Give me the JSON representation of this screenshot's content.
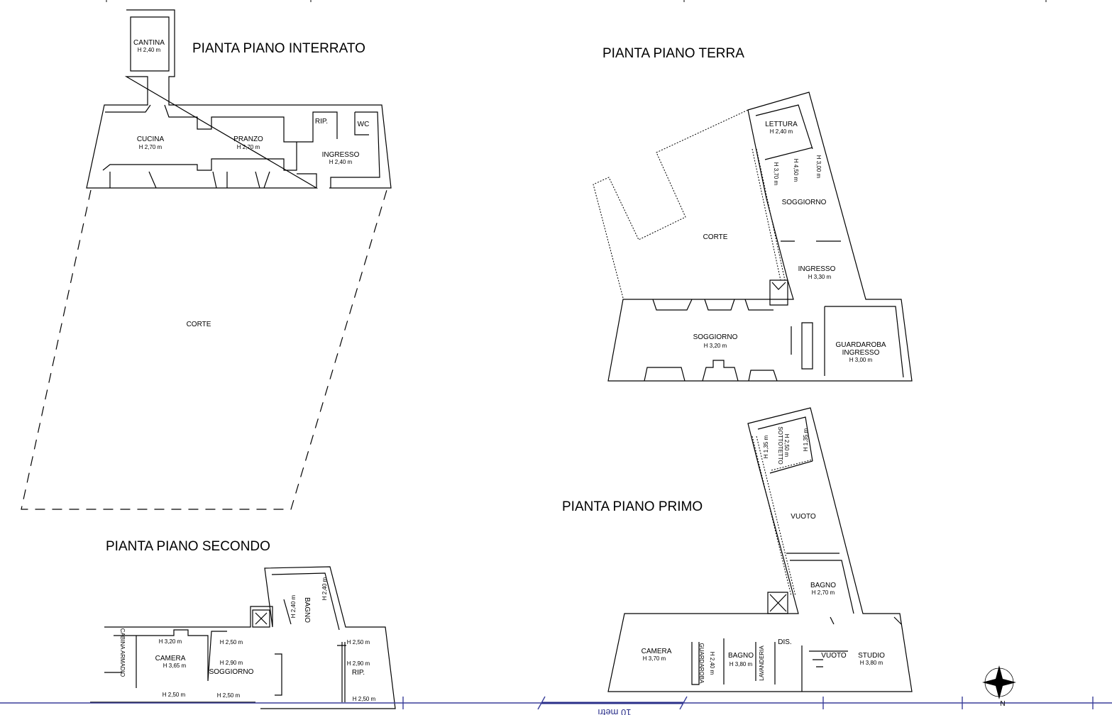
{
  "interrato": {
    "title": "PIANTA PIANO INTERRATO",
    "rooms": [
      {
        "name": "CANTINA",
        "height": "H 2,40 m"
      },
      {
        "name": "CUCINA",
        "height": "H 2,70 m"
      },
      {
        "name": "PRANZO",
        "height": "H 2,70 m"
      },
      {
        "name": "RIP."
      },
      {
        "name": "WC"
      },
      {
        "name": "INGRESSO",
        "height": "H 2,40 m"
      },
      {
        "name": "CORTE"
      }
    ]
  },
  "terra": {
    "title": "PIANTA PIANO TERRA",
    "rooms": [
      {
        "name": "LETTURA",
        "height": "H 2,40 m"
      },
      {
        "name": "SOGGIORNO",
        "heights": [
          "H 3,70 m",
          "H 4,50 m",
          "H 3,00 m"
        ]
      },
      {
        "name": "CORTE"
      },
      {
        "name": "INGRESSO",
        "height": "H 3,30 m"
      },
      {
        "name": "SOGGIORNO",
        "height": "H 3,20 m"
      },
      {
        "name": "GUARDAROBA",
        "name2": "INGRESSO",
        "height": "H 3,00 m"
      }
    ]
  },
  "primo": {
    "title": "PIANTA PIANO PRIMO",
    "rooms": [
      {
        "name": "SOTTOTETTO",
        "height": "H 2,50 m",
        "side_heights": [
          "H 1,35 m",
          "H 1,35 m"
        ]
      },
      {
        "name": "VUOTO"
      },
      {
        "name": "BAGNO",
        "height": "H 2,70 m"
      },
      {
        "name": "CAMERA",
        "height": "H 3,70 m"
      },
      {
        "name": "GUARDAROBA",
        "height": "H 2,40 m"
      },
      {
        "name": "BAGNO",
        "height": "H 3,80 m"
      },
      {
        "name": "LAVANDERIA"
      },
      {
        "name": "DIS."
      },
      {
        "name": "VUOTO"
      },
      {
        "name": "STUDIO",
        "height": "H 3,80 m"
      }
    ]
  },
  "secondo": {
    "title": "PIANTA PIANO SECONDO",
    "rooms": [
      {
        "name": "CABINA ARMADIO"
      },
      {
        "name": "CAMERA",
        "height": "H 3,65 m",
        "height_top": "H 3,20 m",
        "height_bottom": "H 2,50 m"
      },
      {
        "name": "SOGGIORNO",
        "height": "H 2,90 m",
        "height_top": "H 2,50 m",
        "height_bottom": "H 2,50 m"
      },
      {
        "name": "BAGNO",
        "heights": [
          "H 2,40 m",
          "H 2,40 m"
        ]
      },
      {
        "name": "RIP.",
        "height": "H 2,90 m",
        "height_top": "H 2,50 m",
        "height_bottom": "H 2,50 m"
      }
    ]
  },
  "scale": {
    "label": "10 metri"
  },
  "north": {
    "label": "N"
  },
  "colors": {
    "lines": "#000000",
    "axis": "#3a3f9a"
  }
}
